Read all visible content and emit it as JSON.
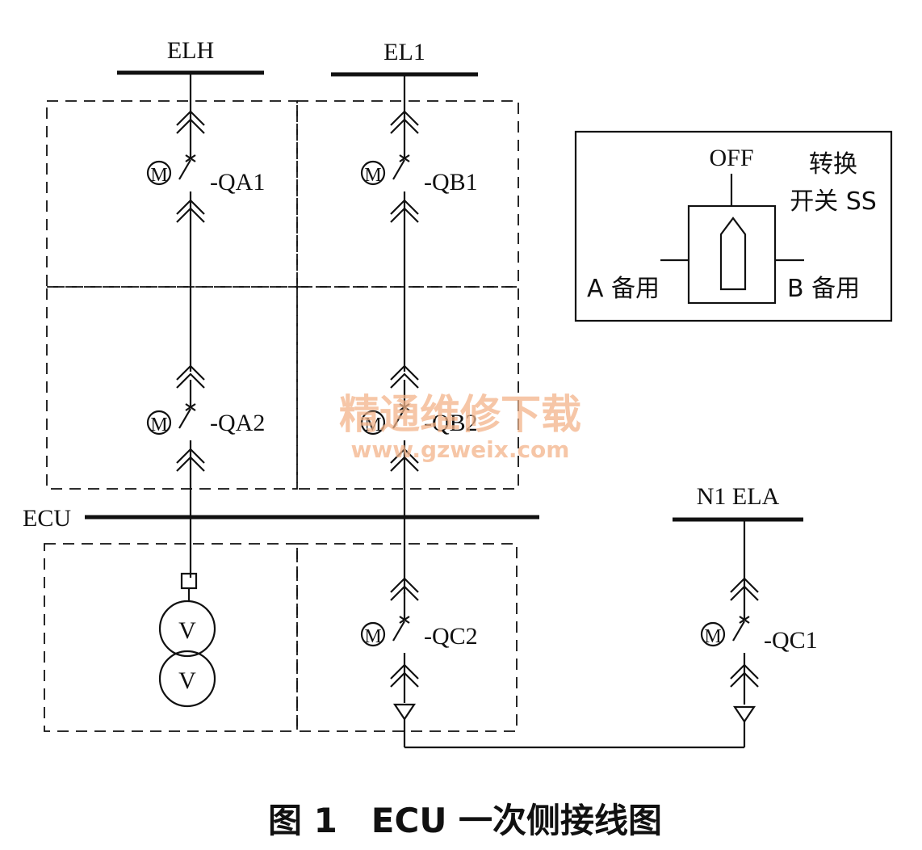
{
  "buses": {
    "elh": "ELH",
    "el1": "EL1",
    "ecu": "ECU",
    "n1_ela": "N1 ELA"
  },
  "breakers": {
    "qa1": "-QA1",
    "qb1": "-QB1",
    "qa2": "-QA2",
    "qb2": "-QB2",
    "qc2": "-QC2",
    "qc1": "-QC1",
    "motor_symbol": "M"
  },
  "vt": {
    "symbol": "V"
  },
  "switch_box": {
    "title_line1": "转换",
    "title_line2": "开关 SS",
    "off": "OFF",
    "left": "A 备用",
    "right": "B 备用"
  },
  "watermark": {
    "line1": "精通维修下载",
    "line2": "www.gzweix.com"
  },
  "caption": "图 1　ECU 一次侧接线图"
}
